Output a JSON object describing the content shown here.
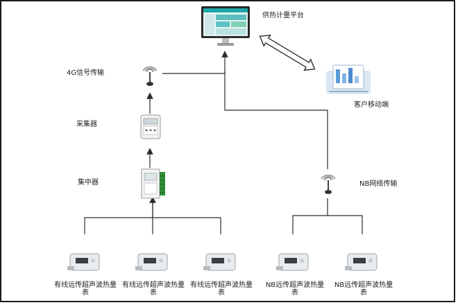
{
  "nodes": {
    "platform": "供热计量平台",
    "mobile": "客户移动端",
    "signal_4g": "4G信号传输",
    "collector": "采集器",
    "concentrator": "集中器",
    "nb_network": "NB网络传输"
  },
  "meters": [
    {
      "label": "有线远传超声波热量表"
    },
    {
      "label": "有线远传超声波热量表"
    },
    {
      "label": "有线远传超声波热量表"
    },
    {
      "label": "NB远传超声波热量表"
    },
    {
      "label": "NB远传超声波热量表"
    }
  ],
  "colors": {
    "line": "#2b2b2b",
    "screen": "#1fa6a8",
    "terminal": "#2f8f3a"
  }
}
